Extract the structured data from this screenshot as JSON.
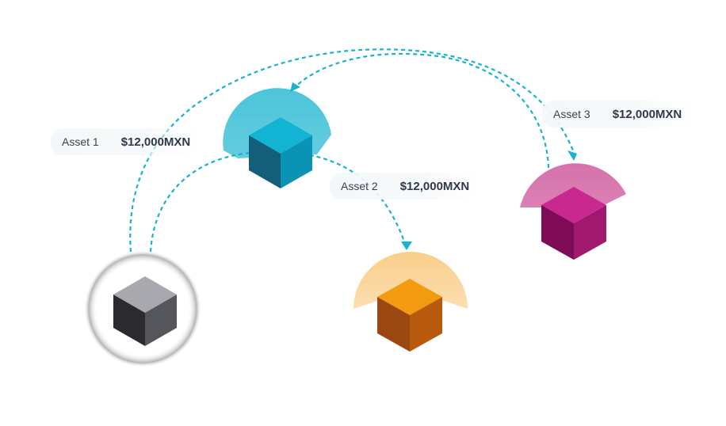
{
  "colors": {
    "connector": "#18b3d1",
    "gray": {
      "top": "#a8a9ae",
      "left": "#2b2b2f",
      "right": "#55565c",
      "glow": "#6b6b70"
    },
    "teal": {
      "top": "#13b4d3",
      "left": "#135f79",
      "right": "#0a93b5",
      "glow": "#14b2cf"
    },
    "orange": {
      "top": "#f29a10",
      "left": "#9a4711",
      "right": "#b85a0b",
      "glow": "#f39c12"
    },
    "magenta": {
      "top": "#c9288f",
      "left": "#7e0b56",
      "right": "#a0196f",
      "glow": "#c0267f"
    }
  },
  "nodes": [
    {
      "id": "gray",
      "name": "source-cube"
    },
    {
      "id": "teal",
      "name": "asset-1-cube"
    },
    {
      "id": "orange",
      "name": "asset-2-cube"
    },
    {
      "id": "magenta",
      "name": "asset-3-cube"
    }
  ],
  "labels": [
    {
      "name": "Asset 1",
      "amount": "$12,000MXN"
    },
    {
      "name": "Asset 2",
      "amount": "$12,000MXN"
    },
    {
      "name": "Asset 3",
      "amount": "$12,000MXN"
    }
  ]
}
